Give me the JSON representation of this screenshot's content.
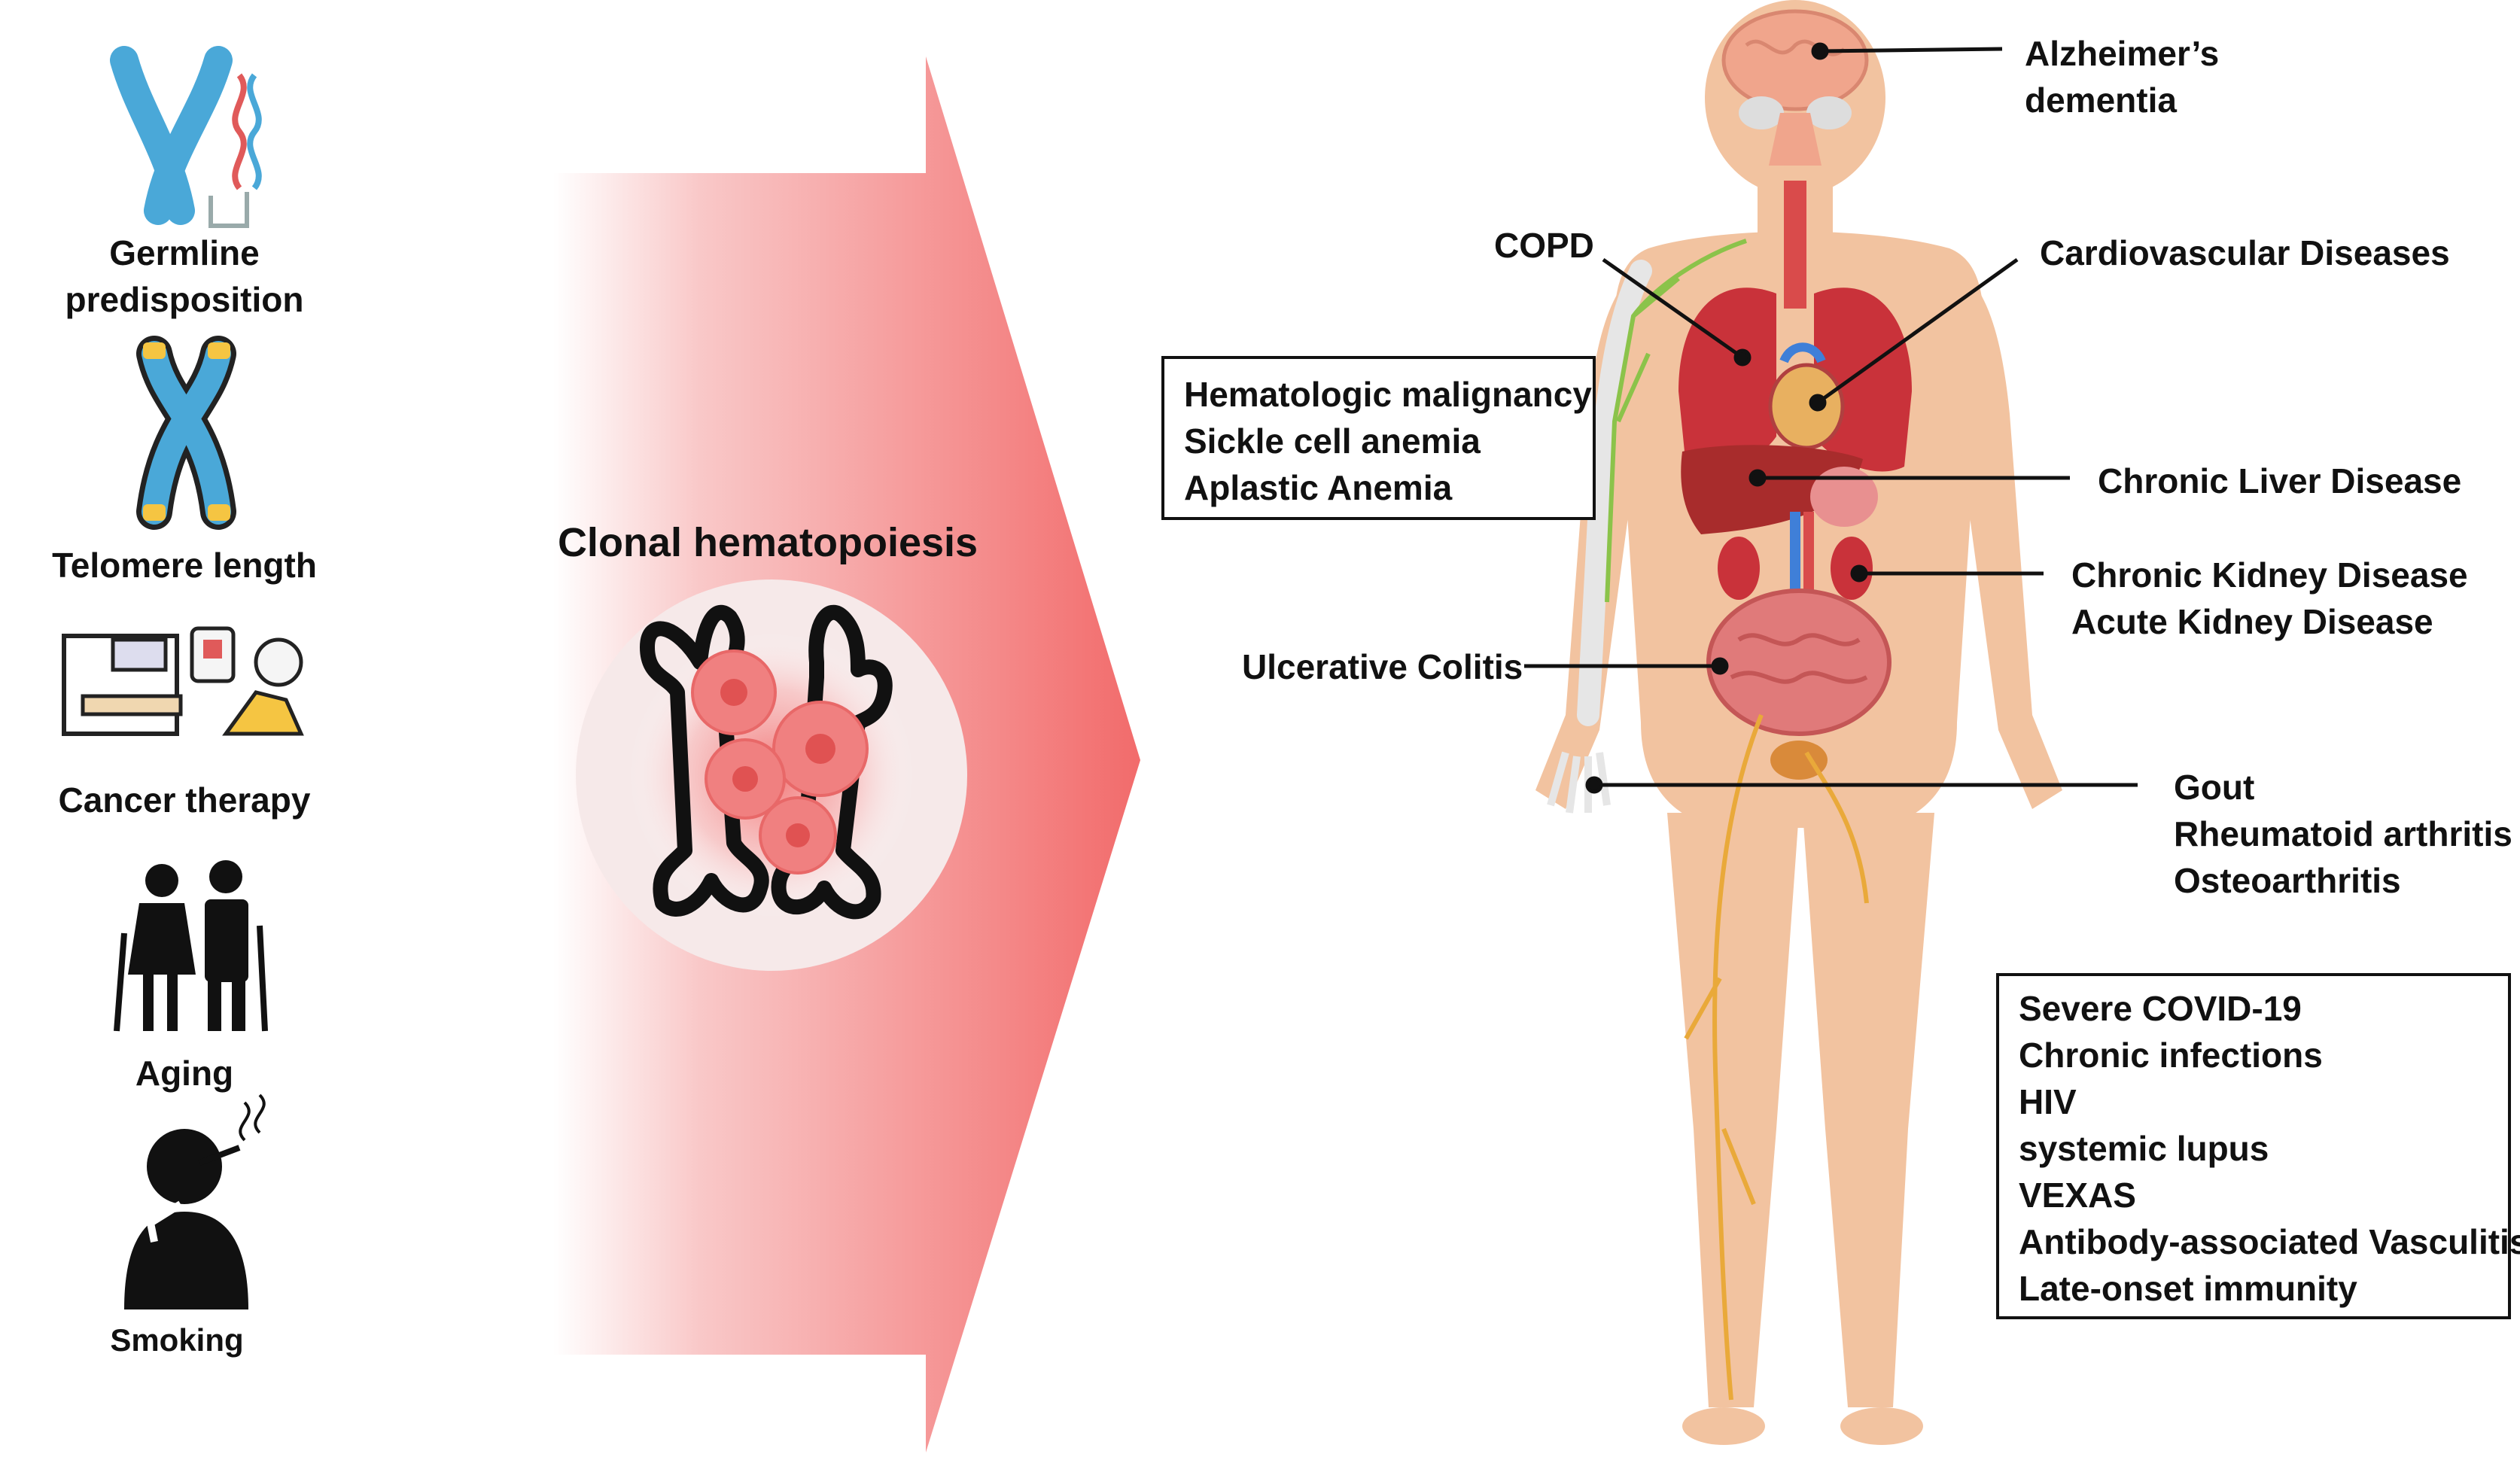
{
  "risk_factors": {
    "germline": [
      "Germline",
      "predisposition"
    ],
    "telomere": "Telomere length",
    "cancer_therapy": "Cancer therapy",
    "aging": "Aging",
    "smoking": "Smoking"
  },
  "center": {
    "title": "Clonal hematopoiesis"
  },
  "conditions": {
    "alzheimers": [
      "Alzheimer’s",
      "dementia"
    ],
    "copd": "COPD",
    "cardiovascular": "Cardiovascular Diseases",
    "liver": "Chronic Liver Disease",
    "kidney": [
      "Chronic Kidney Disease",
      "Acute Kidney Disease"
    ],
    "colitis": "Ulcerative Colitis",
    "joints": [
      "Gout",
      "Rheumatoid arthritis",
      "Osteoarthritis"
    ],
    "hematologic_box": [
      "Hematologic malignancy",
      "Sickle cell anemia",
      "Aplastic Anemia"
    ],
    "immune_box": [
      "Severe COVID-19",
      "Chronic infections",
      "HIV",
      "systemic lupus",
      "VEXAS",
      "Antibody-associated Vasculitis",
      "Late-onset immunity"
    ]
  },
  "colors": {
    "arrow": "#f26b6b",
    "skin": "#f2c3a0",
    "organ": "#c9323a",
    "brain": "#f0a58c",
    "chromosome_blue": "#4aa8d8",
    "chromosome_yellow": "#f5c542",
    "lymph": "#8bc34a",
    "nerve": "#e9a93a"
  }
}
